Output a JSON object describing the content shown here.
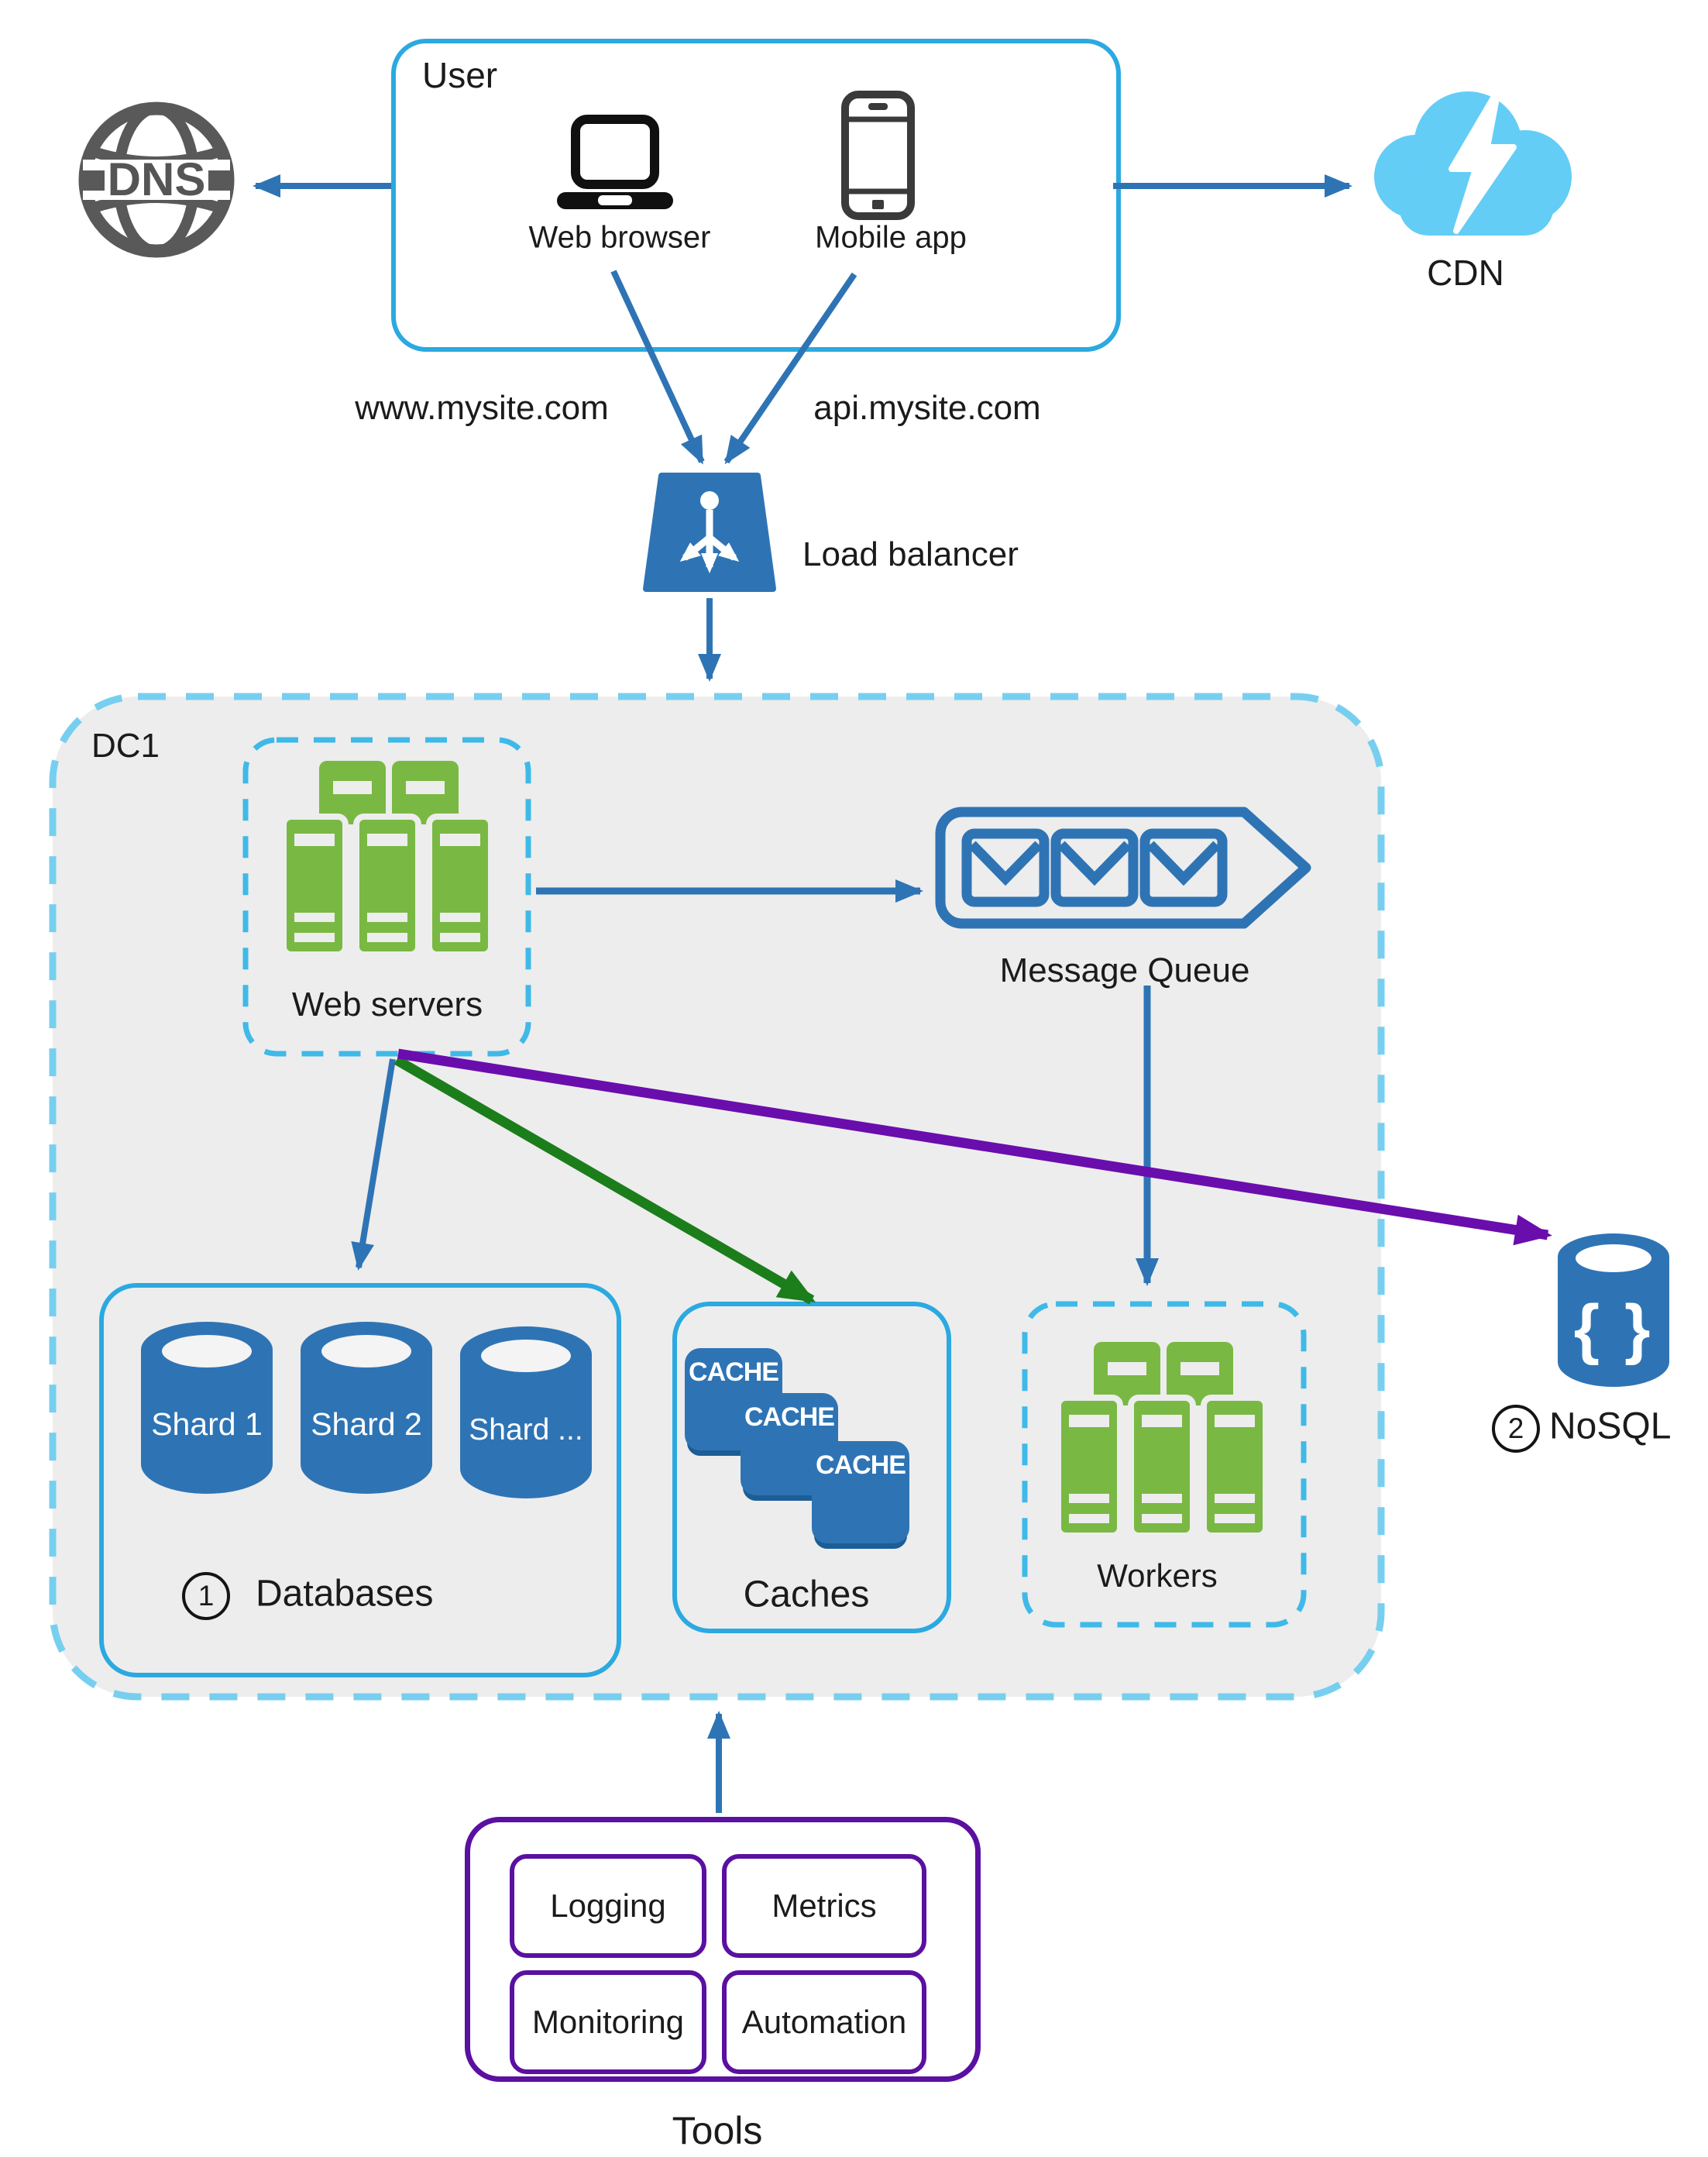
{
  "colors": {
    "arrow_blue": "#2E74B5",
    "arrow_green": "#1B7E1B",
    "arrow_purple": "#6A0DAD",
    "shape_blue": "#2E74B5",
    "server_green": "#79B943",
    "solid_box_blue": "#2BA9E0",
    "dashed_box_blue": "#3FB9E8",
    "dc_border_blue": "#77CFEF",
    "dc_fill_gray": "#EDEDED",
    "cloud_blue": "#63CDF6",
    "tools_purple": "#5A10A0",
    "icon_gray": "#595959"
  },
  "nodes": {
    "dns": {
      "label": "DNS"
    },
    "user": {
      "title": "User",
      "devices": [
        {
          "label": "Web browser"
        },
        {
          "label": "Mobile app"
        }
      ]
    },
    "cdn": {
      "label": "CDN"
    },
    "domains": {
      "web": "www.mysite.com",
      "api": "api.mysite.com"
    },
    "load_balancer": {
      "label": "Load balancer"
    },
    "dc": {
      "label": "DC1"
    },
    "web_servers": {
      "label": "Web servers"
    },
    "message_queue": {
      "label": "Message Queue"
    },
    "databases": {
      "badge": "1",
      "label": "Databases",
      "shards": [
        "Shard 1",
        "Shard 2",
        "Shard ..."
      ]
    },
    "caches": {
      "label": "Caches",
      "tiles": [
        "CACHE",
        "CACHE",
        "CACHE"
      ]
    },
    "workers": {
      "label": "Workers"
    },
    "nosql": {
      "badge": "2",
      "label": "NoSQL",
      "icon_glyph": "{ }"
    },
    "tools": {
      "label": "Tools",
      "items": [
        "Logging",
        "Metrics",
        "Monitoring",
        "Automation"
      ]
    }
  }
}
